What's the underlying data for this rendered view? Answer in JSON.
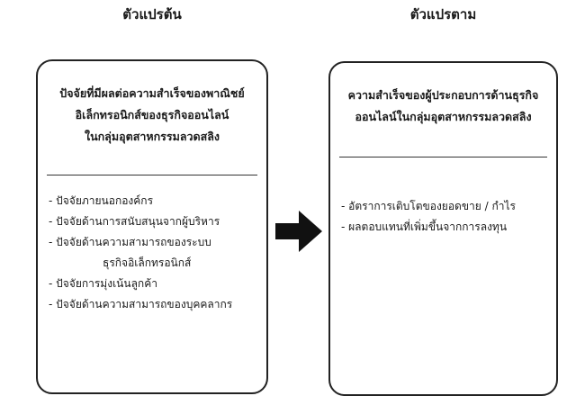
{
  "headings": {
    "independent": "ตัวแปรต้น",
    "dependent": "ตัวแปรตาม"
  },
  "independent_box": {
    "title_lines": [
      "ปัจจัยที่มีผลต่อความสำเร็จของพาณิชย์",
      "อิเล็กทรอนิกส์ของธุรกิจออนไลน์",
      "ในกลุ่มอุตสาหกรรมลวดสลิง"
    ],
    "items": [
      "- ปัจจัยภายนอกองค์กร",
      "- ปัจจัยด้านการสนับสนุนจากผู้บริหาร",
      "- ปัจจัยด้านความสามารถของระบบ",
      "- ปัจจัยการมุ่งเน้นลูกค้า",
      "- ปัจจัยด้านความสามารถของบุคคลากร"
    ],
    "item_continuation": "ธุรกิจอิเล็กทรอนิกส์"
  },
  "dependent_box": {
    "title_lines": [
      "ความสำเร็จของผู้ประกอบการด้านธุรกิจ",
      "ออนไลน์ในกลุ่มอุตสาหกรรมลวดสลิง"
    ],
    "items": [
      "- อัตราการเติบโตของยอดขาย / กำไร",
      "- ผลตอบแทนที่เพิ่มขึ้นจากการลงทุน"
    ]
  },
  "colors": {
    "stroke": "#222222",
    "arrow": "#111111"
  },
  "icons": {
    "connector": "right-arrow-icon"
  }
}
